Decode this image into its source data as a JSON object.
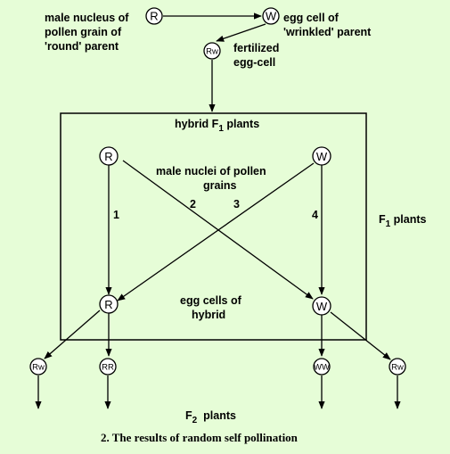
{
  "top": {
    "male_nucleus": [
      "male nucleus of",
      "pollen grain of",
      "'round' parent"
    ],
    "egg_cell": [
      "egg cell of",
      "'wrinkled' parent"
    ],
    "fertilized": [
      "fertilized",
      "egg-cell"
    ],
    "node_R": "R",
    "node_W": "W",
    "node_Rw": "Rw"
  },
  "box": {
    "title_main": "hybrid F",
    "title_sub": "1",
    "title_tail": " plants",
    "male_nuclei": [
      "male nuclei of pollen",
      "grains"
    ],
    "egg_cells": [
      "egg cells of",
      "hybrid"
    ],
    "arrow_labels": [
      "1",
      "2",
      "3",
      "4"
    ],
    "node_top_left": "R",
    "node_top_right": "W",
    "node_bottom_left": "R",
    "node_bottom_right": "W"
  },
  "side": {
    "label_main": "F",
    "label_sub": "1",
    "label_tail": " plants"
  },
  "offspring": [
    "Rw",
    "RR",
    "WW",
    "Rw"
  ],
  "bottom": {
    "f2_main": "F",
    "f2_sub": "2",
    "f2_tail": "  plants",
    "caption": "2. The results of random self pollination"
  },
  "colors": {
    "background": "#e6fdd7",
    "stroke": "#000000",
    "node_fill": "#ffffff"
  }
}
